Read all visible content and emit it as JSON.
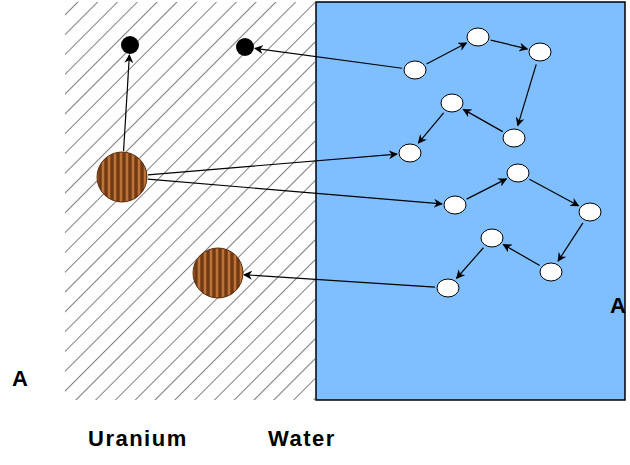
{
  "diagram": {
    "labels": [
      "A",
      "A",
      "Uranium",
      "Water"
    ]
  }
}
